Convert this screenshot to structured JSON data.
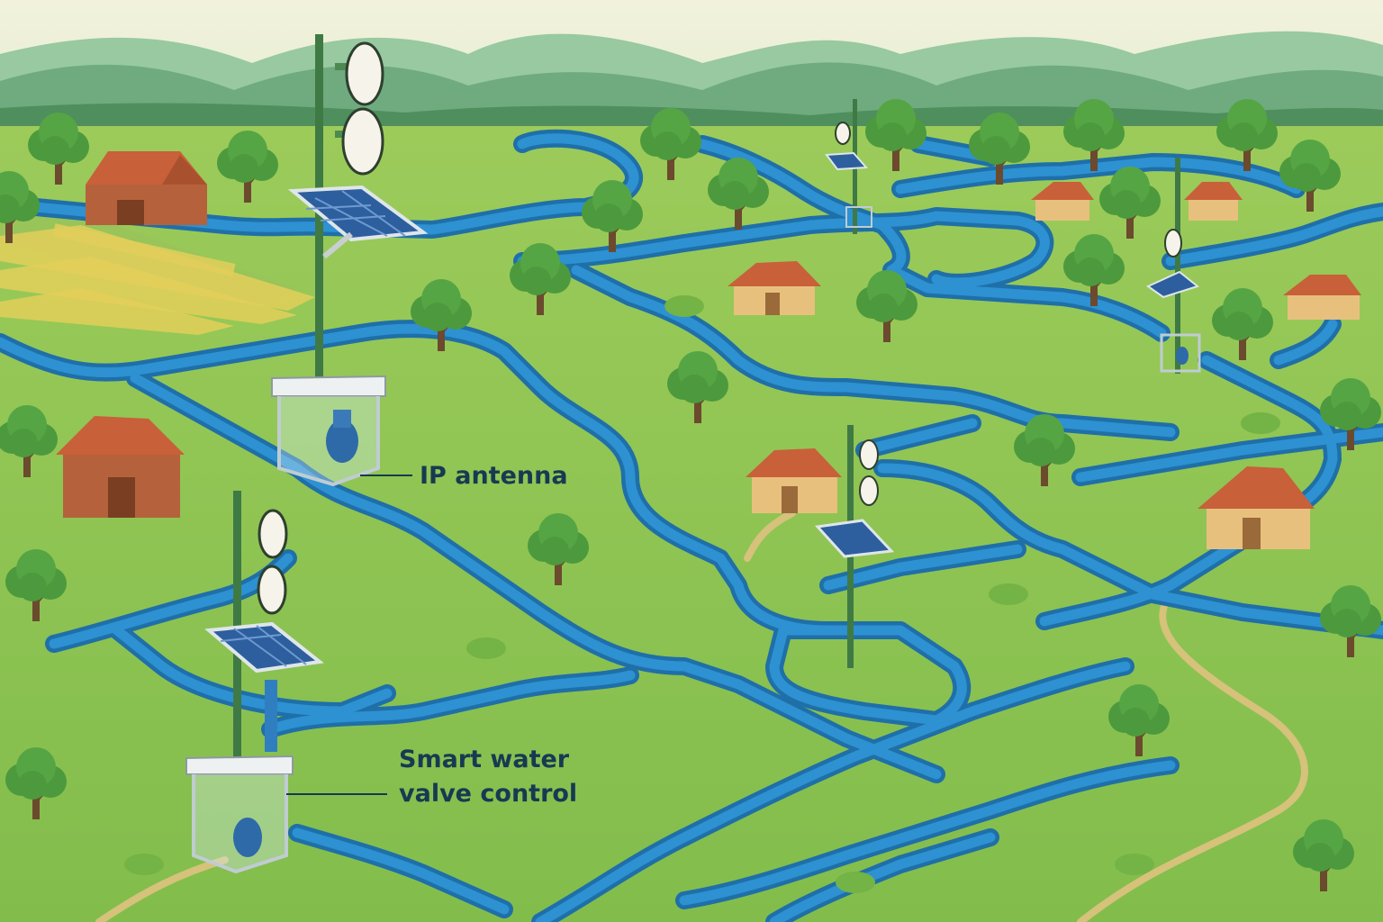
{
  "labels": {
    "ip_antenna": "IP antenna",
    "valve_line1": "Smart water",
    "valve_line2": "valve control"
  },
  "colors": {
    "sky": "#eef0d8",
    "mountain_far": "#8cbf97",
    "mountain_near": "#6aa97b",
    "field": "#88c24e",
    "canal_edge": "#1f6fa8",
    "canal_water": "#2d91d2",
    "pole": "#3f7a45",
    "solar_panel": "#2d5f9e",
    "roof": "#c8603a",
    "barn_wall": "#b5623c",
    "house_wall": "#e8c07d",
    "crop_stripe": "#e3cf5a",
    "tree": "#4c9a3d",
    "label_text": "#173a52"
  }
}
